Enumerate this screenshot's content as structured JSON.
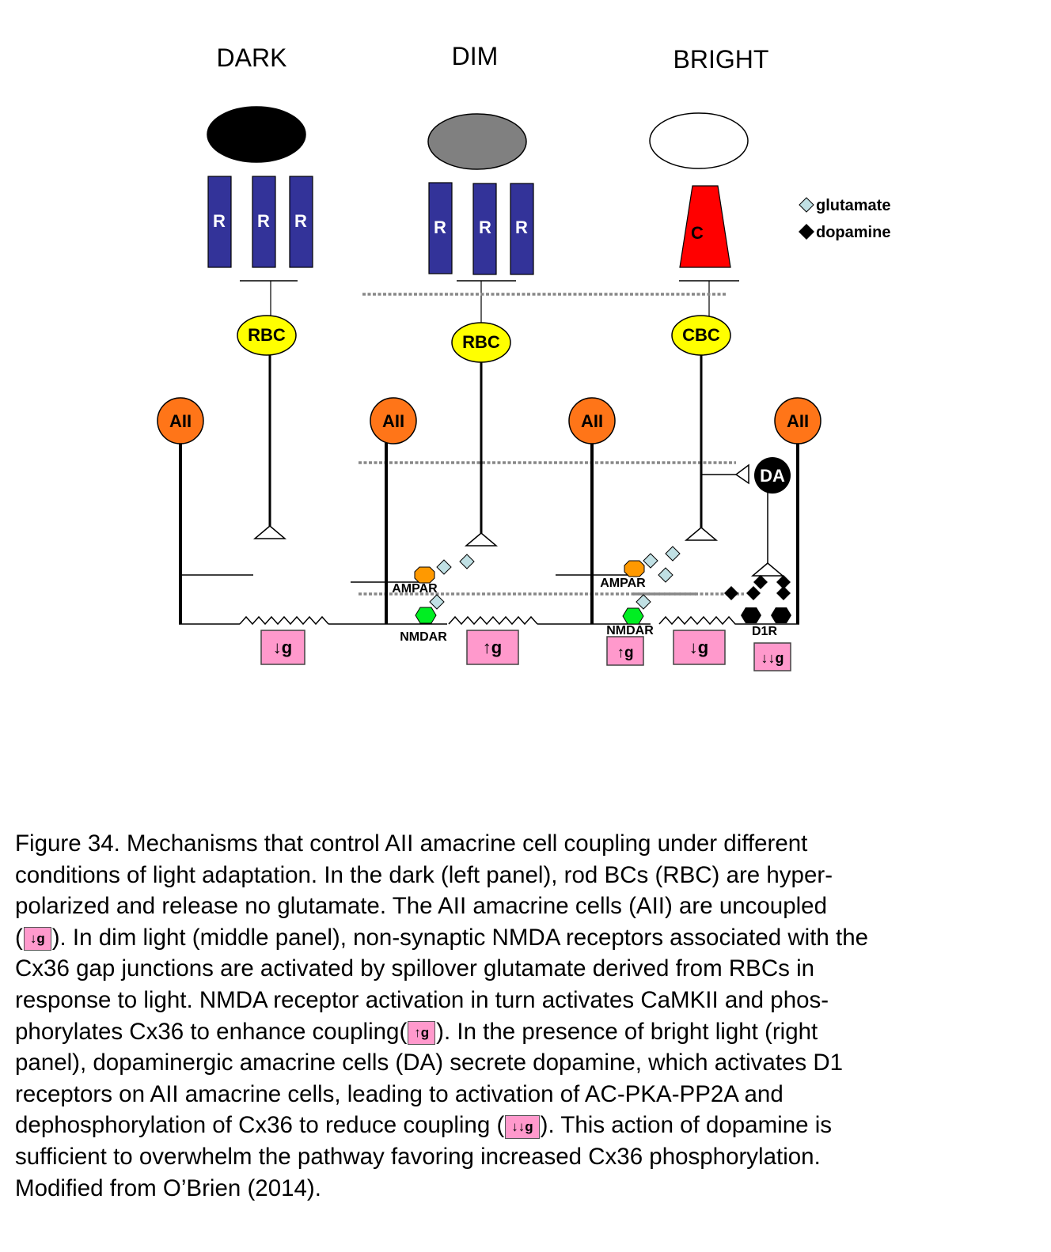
{
  "panels": [
    {
      "title": "DARK",
      "stimulus_color": "#000000"
    },
    {
      "title": "DIM",
      "stimulus_color": "#808080"
    },
    {
      "title": "BRIGHT",
      "stimulus_color": "#ffffff"
    }
  ],
  "photoreceptors": {
    "rod_label": "R",
    "cone_label": "C",
    "rod_color": "#333399",
    "cone_color": "#ff0000"
  },
  "bipolar_cells": [
    {
      "label": "RBC"
    },
    {
      "label": "RBC"
    },
    {
      "label": "CBC"
    }
  ],
  "amacrine_cells": {
    "aii_label": "AII",
    "aii_color": "#ff7518",
    "da_label": "DA"
  },
  "receptors": {
    "ampar": "AMPAR",
    "nmdar": "NMDAR",
    "d1r": "D1R",
    "ampar_color": "#ff9900",
    "nmdar_color": "#00ee22"
  },
  "conductance_boxes": [
    {
      "label": "↓g"
    },
    {
      "label": "↑g"
    },
    {
      "label": "↑g"
    },
    {
      "label": "↓g"
    },
    {
      "label": "↓↓g"
    }
  ],
  "legend": [
    {
      "symbol": "diamond-outline",
      "label": "glutamate",
      "color": "#c0e0e4"
    },
    {
      "symbol": "diamond-filled",
      "label": "dopamine",
      "color": "#000000"
    }
  ],
  "colors": {
    "conductance_box": "#ff99cc",
    "glutamate": "#c0e0e4",
    "dotted_line": "#888888"
  },
  "caption": {
    "lines": [
      {
        "text": "Figure 34. Mechanisms that control AII amacrine cell coupling under different"
      },
      {
        "text": "conditions of light adaptation. In the dark (left panel), rod BCs (RBC) are hyper-"
      },
      {
        "text": "polarized and release no glutamate. The AII amacrine cells (AII) are uncoupled"
      },
      {
        "pre": "(",
        "box": "↓g",
        "post": "). In dim light (middle panel), non-synaptic NMDA receptors associated with the"
      },
      {
        "text": "Cx36 gap junctions are activated by spillover glutamate derived from RBCs in"
      },
      {
        "text": "response to light. NMDA receptor activation in turn activates CaMKII and phos-"
      },
      {
        "pre": "phorylates Cx36 to enhance coupling(",
        "box": "↑g",
        "post": "). In the presence of bright light (right"
      },
      {
        "text": "panel), dopaminergic amacrine cells (DA) secrete dopamine, which activates D1"
      },
      {
        "text": "receptors on AII amacrine cells, leading to activation of AC-PKA-PP2A and"
      },
      {
        "pre": "dephosphorylation of Cx36 to reduce coupling (",
        "box": "↓↓g",
        "post": "). This action of dopamine is"
      },
      {
        "text": "sufficient to overwhelm the pathway favoring increased Cx36 phosphorylation."
      },
      {
        "text": "Modified from O’Brien (2014)."
      }
    ]
  }
}
